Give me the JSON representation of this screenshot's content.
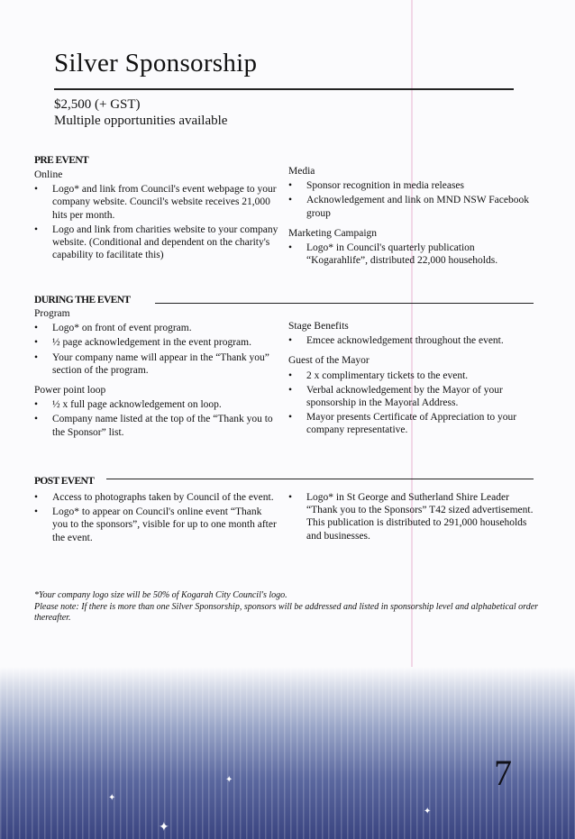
{
  "title": "Silver Sponsorship",
  "price": "$2,500 (+ GST)",
  "opportunities": "Multiple opportunities available",
  "pre_event": {
    "heading": "PRE EVENT",
    "left": [
      {
        "sub": "Online",
        "items": [
          "Logo* and link from Council's event webpage to your company website. Council's website receives 21,000 hits per month.",
          "Logo and link from charities website to your company website. (Conditional and dependent on the charity's capability to facilitate this)"
        ]
      }
    ],
    "right": [
      {
        "sub": "Media",
        "items": [
          "Sponsor recognition in media releases",
          "Acknowledgement and link on MND NSW Facebook group"
        ]
      },
      {
        "sub": "Marketing Campaign",
        "items": [
          "Logo* in Council's quarterly publication “Kogarahlife”, distributed 22,000 households."
        ]
      }
    ]
  },
  "during_event": {
    "heading": "DURING THE EVENT",
    "left": [
      {
        "sub": "Program",
        "items": [
          "Logo* on front of event program.",
          "½ page acknowledgement in the event program.",
          "Your company name will appear in the “Thank you” section of the program."
        ]
      },
      {
        "sub": "Power point loop",
        "items": [
          "½ x full page acknowledgement on loop.",
          "Company name listed at the top of the “Thank you to the Sponsor” list."
        ]
      }
    ],
    "right": [
      {
        "sub": "Stage Benefits",
        "items": [
          "Emcee acknowledgement throughout the event."
        ]
      },
      {
        "sub": "Guest of the Mayor",
        "items": [
          "2 x complimentary tickets to the event.",
          "Verbal acknowledgement by the Mayor of your sponsorship in the Mayoral Address.",
          "Mayor presents Certificate of Appreciation to your company representative."
        ]
      }
    ]
  },
  "post_event": {
    "heading": "POST EVENT",
    "left": [
      {
        "sub": "",
        "items": [
          "Access to photographs taken by Council of the event.",
          "Logo* to appear on Council's online event “Thank you to the sponsors”, visible for up to one month after the event."
        ]
      }
    ],
    "right": [
      {
        "sub": "",
        "items": [
          "Logo* in St George and Sutherland Shire Leader “Thank you to the Sponsors” T42 sized advertisement. This publication is distributed to 291,000 households and businesses."
        ]
      }
    ]
  },
  "notes": {
    "line1": "*Your company logo size will be 50% of Kogarah City Council's logo.",
    "line2": "Please note: If there is more than one Silver Sponsorship, sponsors will be addressed and listed in sponsorship level and alphabetical order thereafter."
  },
  "page_number": "7",
  "bullet": "•"
}
